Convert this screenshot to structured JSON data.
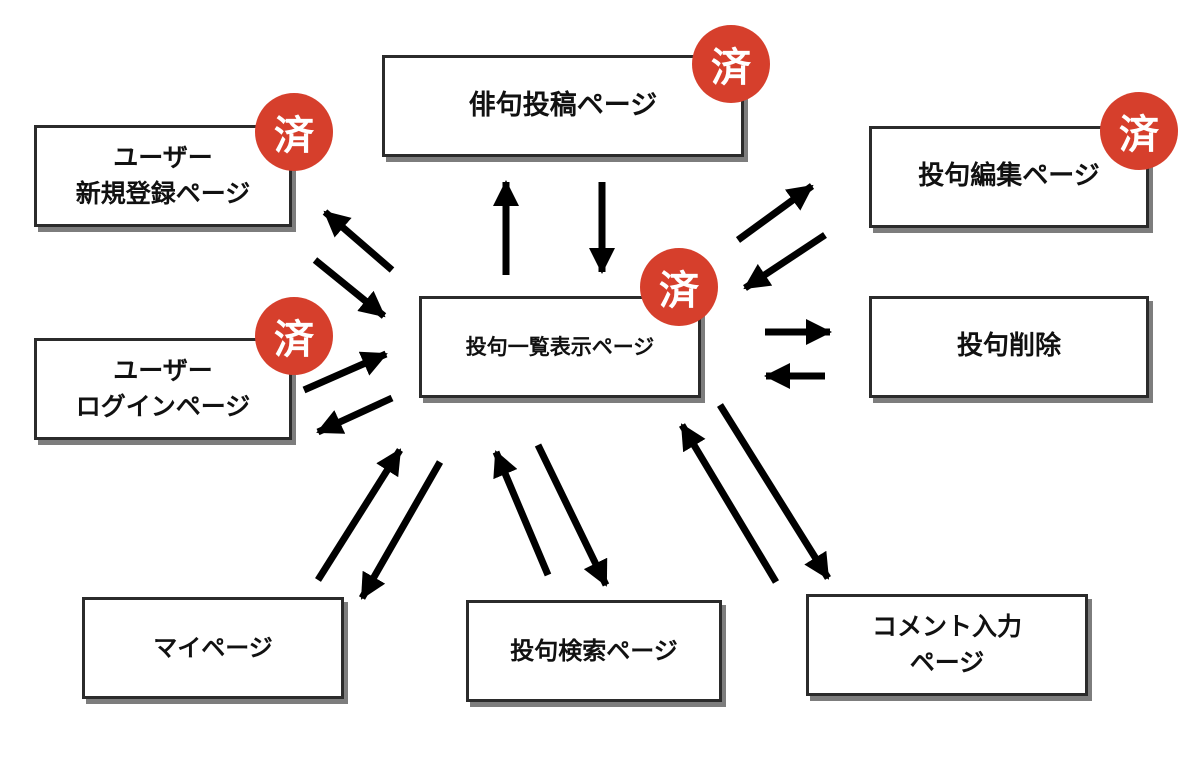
{
  "nodes": {
    "user_register": {
      "label": "ユーザー\n新規登録ページ",
      "badge": "済"
    },
    "haiku_post": {
      "label": "俳句投稿ページ",
      "badge": "済"
    },
    "post_edit": {
      "label": "投句編集ページ",
      "badge": "済"
    },
    "user_login": {
      "label": "ユーザー\nログインページ",
      "badge": "済"
    },
    "post_list": {
      "label": "投句一覧表示ページ",
      "badge": "済"
    },
    "post_delete": {
      "label": "投句削除"
    },
    "my_page": {
      "label": "マイページ"
    },
    "post_search": {
      "label": "投句検索ページ"
    },
    "comment_input": {
      "label": "コメント入力\nページ"
    }
  },
  "colors": {
    "badge": "#d63f2c",
    "border": "#2b2b2b",
    "shadow": "#7d7d7d",
    "arrow": "#000000"
  }
}
